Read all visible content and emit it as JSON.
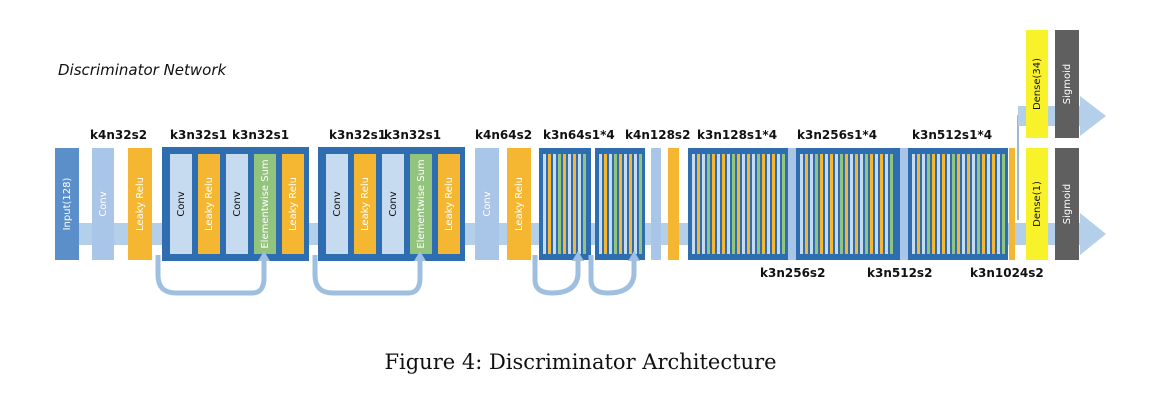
{
  "title": "Discriminator Network",
  "caption": "Figure 4: Discriminator Architecture",
  "colors": {
    "input": "#5b8fc9",
    "conv": "#a9c6e8",
    "leaky": "#f5b731",
    "sum": "#93c47d",
    "frame": "#2e6db0",
    "pipe": "#b4cfe9",
    "dense": "#f7f22a",
    "sigmoid": "#5f5f5f"
  },
  "layer_labels": {
    "input": "Input(128)",
    "conv": "Conv",
    "leaky_relu": "Leaky Relu",
    "elementwise_sum": "Elementwise Sum",
    "dense_top": "Dense(34)",
    "dense_bottom": "Dense(1)",
    "sigmoid": "Sigmoid"
  },
  "top_labels": [
    "k4n32s2",
    "k3n32s1",
    "k3n32s1",
    "k3n32s1",
    "k3n32s1",
    "k4n64s2",
    "k3n64s1*4",
    "k4n128s2",
    "k3n128s1*4",
    "k3n256s1*4",
    "k3n512s1*4"
  ],
  "bottom_labels": [
    "k3n256s2",
    "k3n512s2",
    "k3n1024s2"
  ]
}
